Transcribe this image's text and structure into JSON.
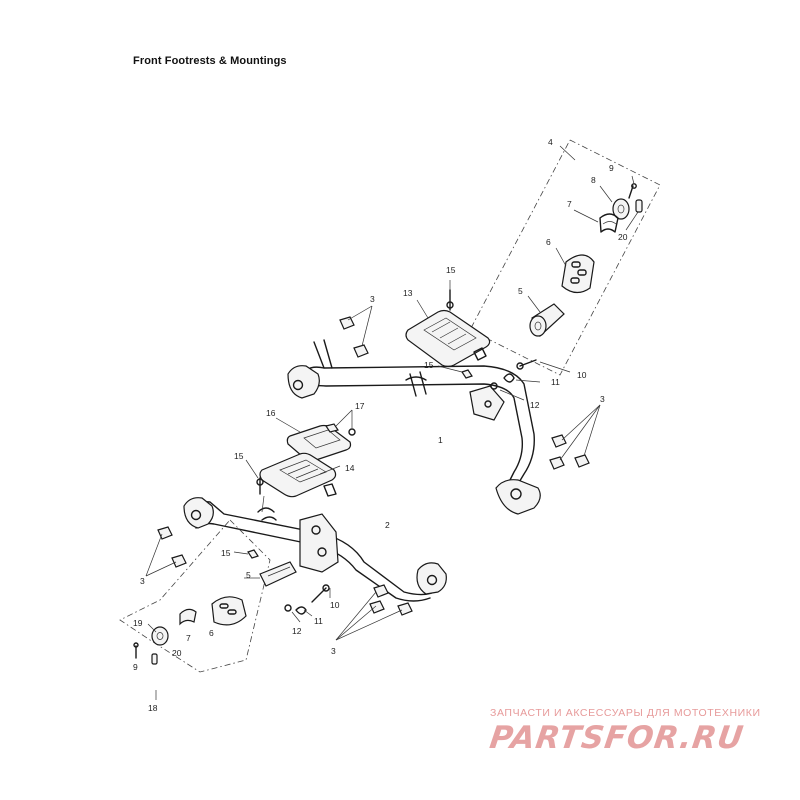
{
  "title": "Front Footrests & Mountings",
  "callouts": {
    "c4": "4",
    "c9a": "9",
    "c8a": "8",
    "c7a": "7",
    "c20a": "20",
    "c6a": "6",
    "c5a": "5",
    "c15a": "15",
    "c13": "13",
    "c3a": "3",
    "c15b": "15",
    "c11a": "11",
    "c10a": "10",
    "c12a": "12",
    "c3b": "3",
    "c17": "17",
    "c16": "16",
    "c1": "1",
    "c15c": "15",
    "c14": "14",
    "c2": "2",
    "c3c": "3",
    "c15d": "15",
    "c5b": "5",
    "c10b": "10",
    "c11b": "11",
    "c12b": "12",
    "c6b": "6",
    "c7b": "7",
    "c19": "19",
    "c9b": "9",
    "c20b": "20",
    "c3d": "3",
    "c18": "18"
  },
  "watermark": {
    "tagline": "ЗАПЧАСТИ И АКСЕССУАРЫ ДЛЯ МОТОТЕХНИКИ",
    "logo": "PARTSFOR.RU"
  }
}
